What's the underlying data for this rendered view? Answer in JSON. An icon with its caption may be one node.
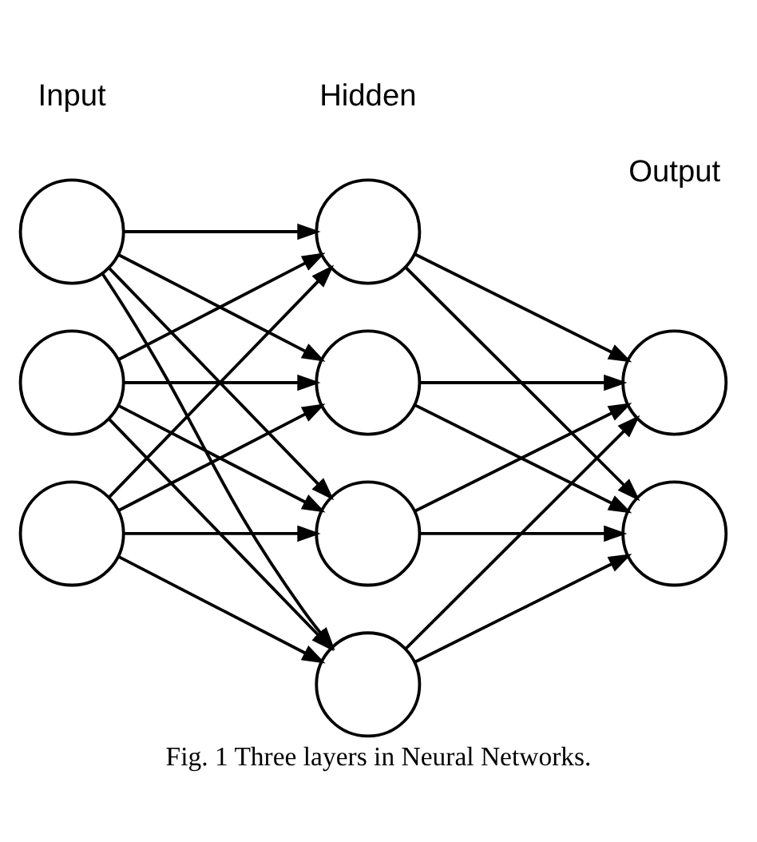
{
  "diagram": {
    "caption": "Fig. 1 Three layers in Neural Networks.",
    "nodes": [
      {
        "text": [],
        "shape": "circle"
      },
      {
        "text": [],
        "shape": "circle"
      },
      {
        "text": [],
        "shape": "circle"
      },
      {
        "text": [],
        "shape": "circle"
      },
      {
        "text": [],
        "shape": "circle"
      },
      {
        "text": [],
        "shape": "circle"
      },
      {
        "text": [],
        "shape": "circle"
      },
      {
        "text": [],
        "shape": "circle"
      },
      {
        "text": [],
        "shape": "circle"
      }
    ],
    "edges": [
      {
        "from": 0,
        "to": 3,
        "arrow": "to"
      },
      {
        "from": 0,
        "to": 4,
        "arrow": "to"
      },
      {
        "from": 0,
        "to": 5,
        "arrow": "to"
      },
      {
        "from": 0,
        "to": 6,
        "arrow": "to"
      },
      {
        "from": 1,
        "to": 3,
        "arrow": "to"
      },
      {
        "from": 1,
        "to": 4,
        "arrow": "to"
      },
      {
        "from": 1,
        "to": 5,
        "arrow": "to"
      },
      {
        "from": 1,
        "to": 6,
        "arrow": "to"
      },
      {
        "from": 2,
        "to": 3,
        "arrow": "to"
      },
      {
        "from": 2,
        "to": 4,
        "arrow": "to"
      },
      {
        "from": 2,
        "to": 5,
        "arrow": "to"
      },
      {
        "from": 2,
        "to": 6,
        "arrow": "to"
      },
      {
        "from": 3,
        "to": 7,
        "arrow": "to"
      },
      {
        "from": 3,
        "to": 8,
        "arrow": "to"
      },
      {
        "from": 4,
        "to": 7,
        "arrow": "to"
      },
      {
        "from": 4,
        "to": 8,
        "arrow": "to"
      },
      {
        "from": 5,
        "to": 7,
        "arrow": "to"
      },
      {
        "from": 5,
        "to": 8,
        "arrow": "to"
      },
      {
        "from": 6,
        "to": 7,
        "arrow": "to"
      },
      {
        "from": 6,
        "to": 8,
        "arrow": "to"
      }
    ],
    "labels": [
      "Input",
      "Hidden",
      "Output"
    ]
  }
}
